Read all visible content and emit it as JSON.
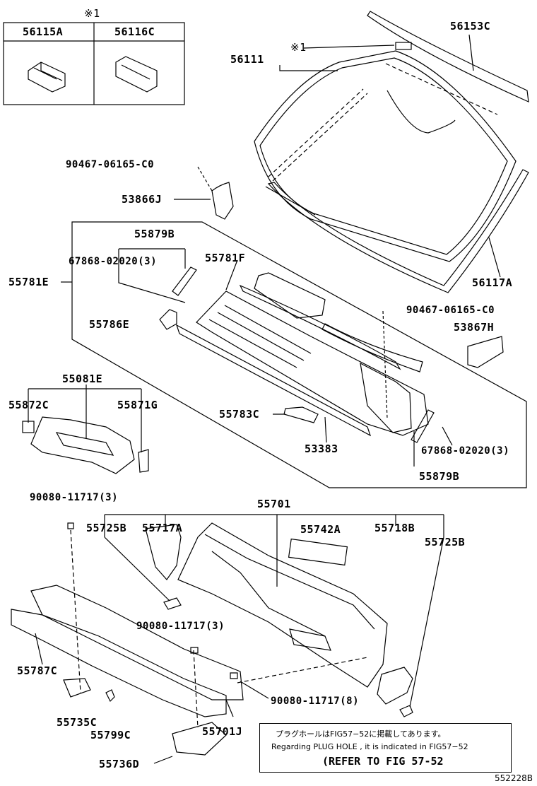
{
  "inset": {
    "mark": "※1",
    "headers": [
      "56115A",
      "56116C"
    ]
  },
  "labels": {
    "p56153C": "56153C",
    "p56111": "56111",
    "mark1": "※1",
    "p90467a": "90467-06165-C0",
    "p53866J": "53866J",
    "p55879B_top": "55879B",
    "p67868_top": "67868-02020(3)",
    "p55781F": "55781F",
    "p55781E": "55781E",
    "p56117A": "56117A",
    "p90467b": "90467-06165-C0",
    "p53867H": "53867H",
    "p55786E": "55786E",
    "p55081E": "55081E",
    "p55872C": "55872C",
    "p55871G": "55871G",
    "p55783C": "55783C",
    "p53383": "53383",
    "p67868_bot": "67868-02020(3)",
    "p55879B_bot": "55879B",
    "p90080_3a": "90080-11717(3)",
    "p55701": "55701",
    "p55725B_l": "55725B",
    "p55717A": "55717A",
    "p55742A": "55742A",
    "p55718B": "55718B",
    "p55725B_r": "55725B",
    "p90080_3b": "90080-11717(3)",
    "p55787C": "55787C",
    "p90080_8": "90080-11717(8)",
    "p55735C": "55735C",
    "p55799C": "55799C",
    "p55701J": "55701J",
    "p55736D": "55736D"
  },
  "note": {
    "line1": "プラグホールはFIG57−52に掲載してあります。",
    "line2": "Regarding PLUG HOLE , it is indicated in FIG57−52",
    "line3": "(REFER TO FIG 57-52"
  },
  "figure_id": "552228B"
}
